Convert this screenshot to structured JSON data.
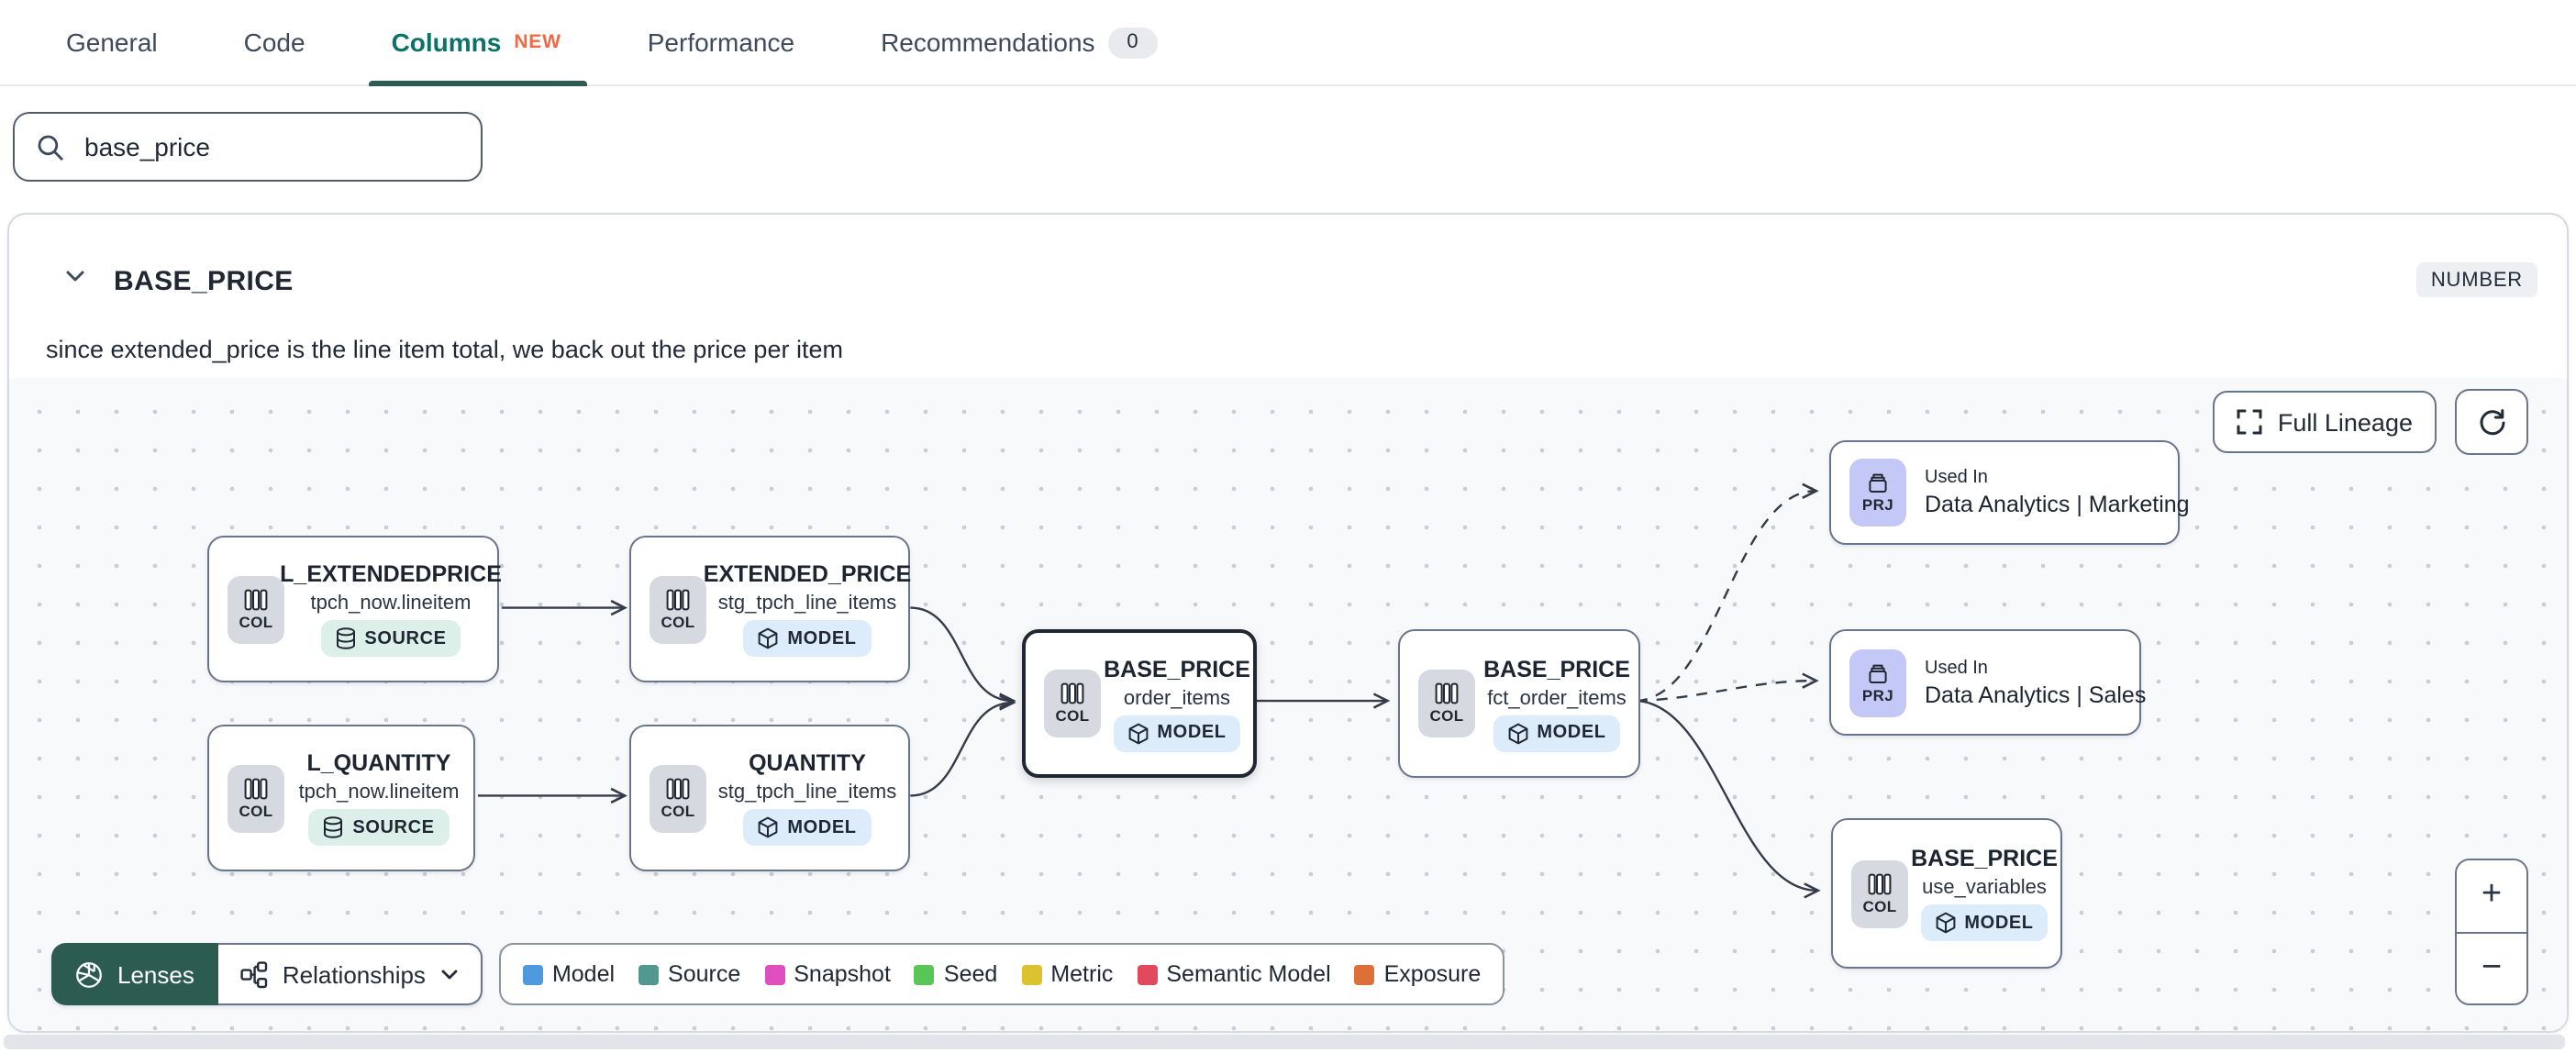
{
  "tabs": [
    {
      "label": "General"
    },
    {
      "label": "Code"
    },
    {
      "label": "Columns",
      "new_badge": "NEW"
    },
    {
      "label": "Performance"
    },
    {
      "label": "Recommendations",
      "count": "0"
    }
  ],
  "search": {
    "value": "base_price"
  },
  "column_card": {
    "name": "BASE_PRICE",
    "type_badge": "NUMBER",
    "description": "since extended_price is the line item total, we back out the price per item"
  },
  "lineage": {
    "nodes": [
      {
        "title": "L_EXTENDEDPRICE",
        "subtitle": "tpch_now.lineitem",
        "badge": "SOURCE",
        "icon_label": "COL"
      },
      {
        "title": "EXTENDED_PRICE",
        "subtitle": "stg_tpch_line_items",
        "badge": "MODEL",
        "icon_label": "COL"
      },
      {
        "title": "L_QUANTITY",
        "subtitle": "tpch_now.lineitem",
        "badge": "SOURCE",
        "icon_label": "COL"
      },
      {
        "title": "QUANTITY",
        "subtitle": "stg_tpch_line_items",
        "badge": "MODEL",
        "icon_label": "COL"
      },
      {
        "title": "BASE_PRICE",
        "subtitle": "order_items",
        "badge": "MODEL",
        "icon_label": "COL"
      },
      {
        "title": "BASE_PRICE",
        "subtitle": "fct_order_items",
        "badge": "MODEL",
        "icon_label": "COL"
      },
      {
        "used_in": "Used In",
        "name": "Data Analytics | Marketing",
        "icon_label": "PRJ"
      },
      {
        "used_in": "Used In",
        "name": "Data Analytics | Sales",
        "icon_label": "PRJ"
      },
      {
        "title": "BASE_PRICE",
        "subtitle": "use_variables",
        "badge": "MODEL",
        "icon_label": "COL"
      }
    ],
    "controls": {
      "full_lineage": "Full Lineage",
      "zoom_in": "+",
      "zoom_out": "−",
      "lenses": "Lenses",
      "relationships": "Relationships"
    },
    "legend": [
      {
        "label": "Model",
        "color": "#4f9ade"
      },
      {
        "label": "Source",
        "color": "#53988f"
      },
      {
        "label": "Snapshot",
        "color": "#df4fc0"
      },
      {
        "label": "Seed",
        "color": "#58c556"
      },
      {
        "label": "Metric",
        "color": "#ddc22f"
      },
      {
        "label": "Semantic Model",
        "color": "#e2495d"
      },
      {
        "label": "Exposure",
        "color": "#dc7038"
      }
    ]
  }
}
